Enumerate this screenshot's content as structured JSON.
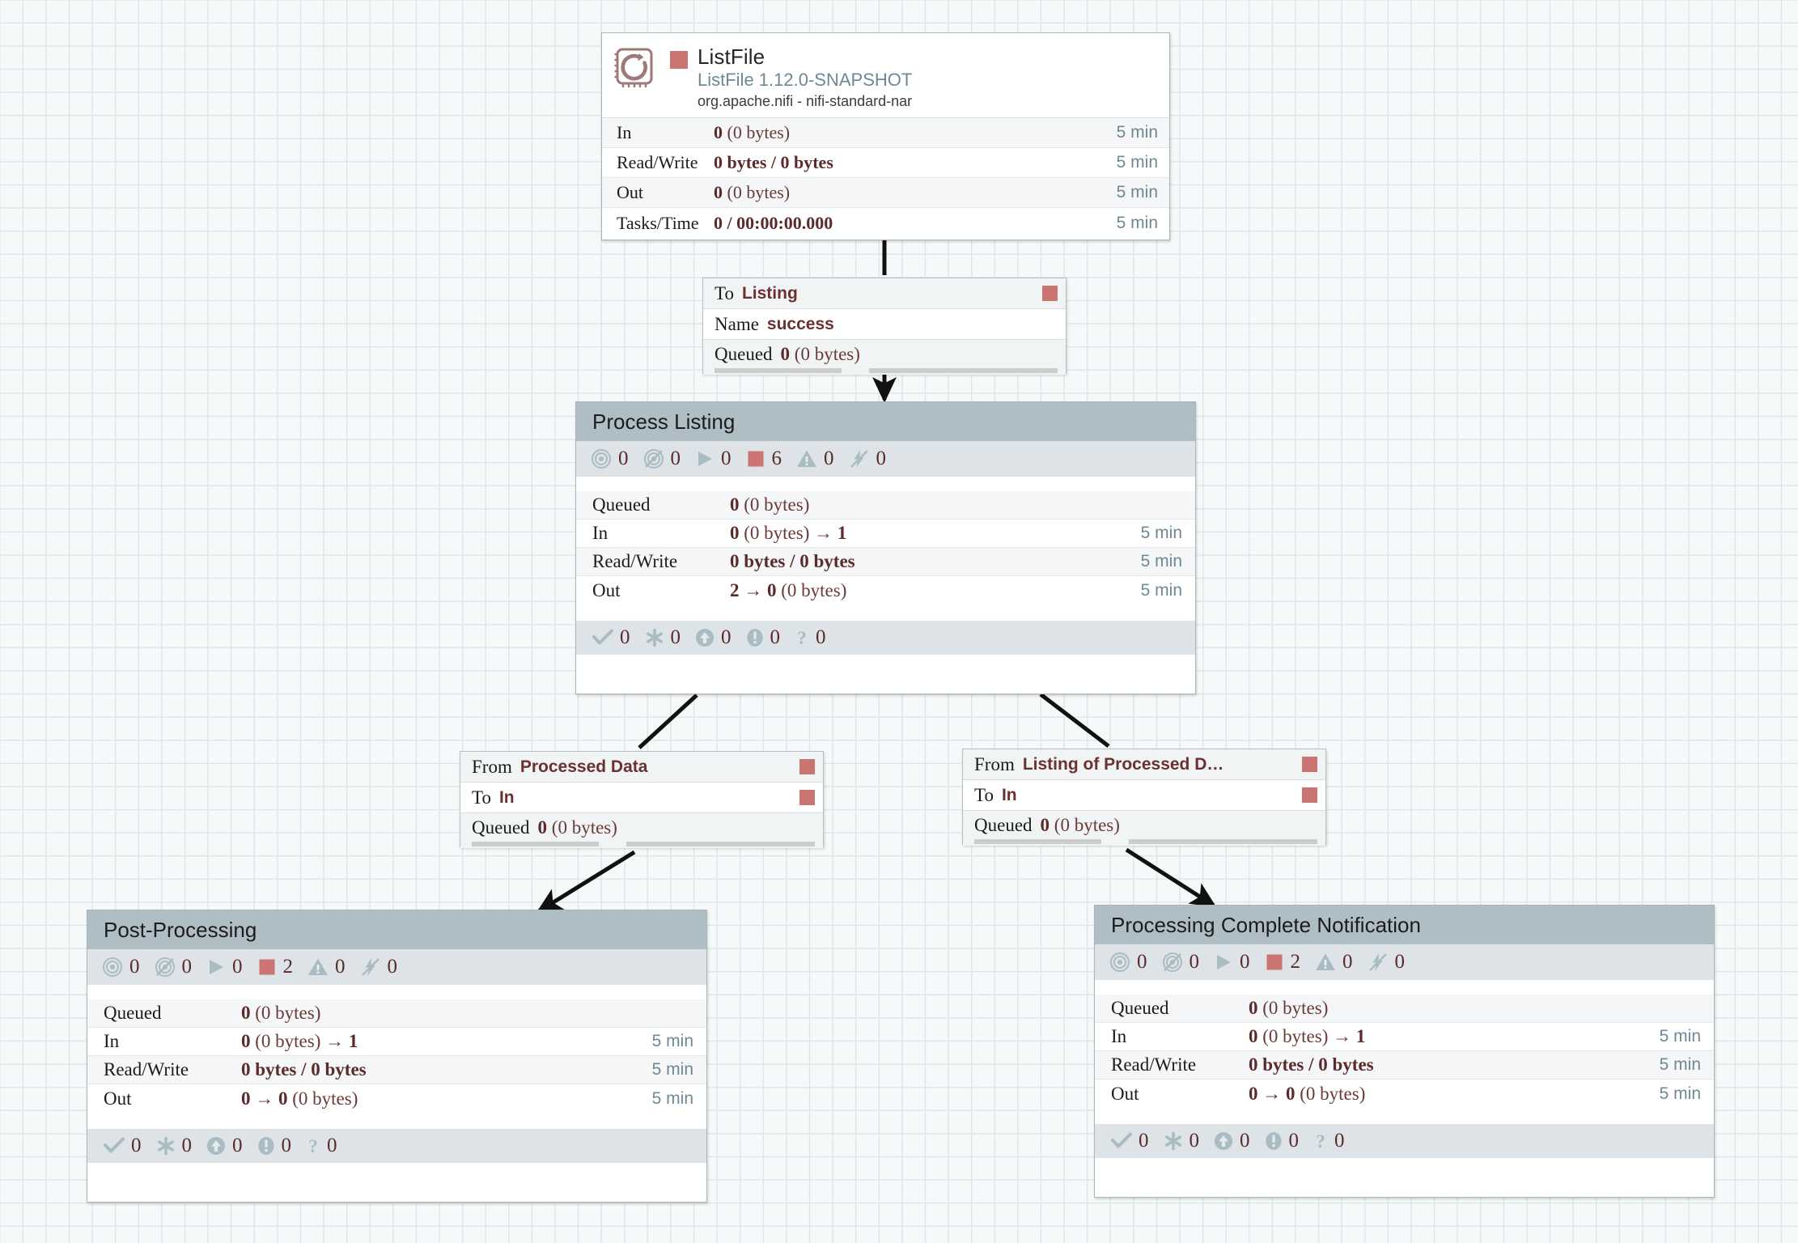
{
  "canvas": {
    "background": "#f6f9f9",
    "grid_color": "#dde7e7",
    "accent_stopped": "#cb7572",
    "group_header": "#aebec4",
    "group_band": "#dde3e6",
    "value_color": "#5b2b2b",
    "time_color": "#6e8894"
  },
  "processor": {
    "name": "ListFile",
    "type": "ListFile 1.12.0-SNAPSHOT",
    "bundle": "org.apache.nifi - nifi-standard-nar",
    "icon": "processor-sync-icon",
    "run_status": "stopped",
    "stats": [
      {
        "label": "In",
        "value_bold": "0",
        "value_rest": " (0 bytes)",
        "time": "5 min"
      },
      {
        "label": "Read/Write",
        "value_bold": "0 bytes / 0 bytes",
        "value_rest": "",
        "time": "5 min"
      },
      {
        "label": "Out",
        "value_bold": "0",
        "value_rest": " (0 bytes)",
        "time": "5 min"
      },
      {
        "label": "Tasks/Time",
        "value_bold": "0 / 00:00:00.000",
        "value_rest": "",
        "time": "5 min"
      }
    ]
  },
  "connections": [
    {
      "id": "conn-listfile-to-listing",
      "rows": [
        {
          "key": "To",
          "value": "Listing",
          "flag": true
        },
        {
          "key": "Name",
          "value": "success",
          "flag": false
        }
      ],
      "queued_key": "Queued",
      "queued_bold": "0",
      "queued_rest": " (0 bytes)"
    },
    {
      "id": "conn-processed-data",
      "rows": [
        {
          "key": "From",
          "value": "Processed Data",
          "flag": true
        },
        {
          "key": "To",
          "value": "In",
          "flag": true
        }
      ],
      "queued_key": "Queued",
      "queued_bold": "0",
      "queued_rest": " (0 bytes)"
    },
    {
      "id": "conn-listing-of-processed",
      "rows": [
        {
          "key": "From",
          "value": "Listing of Processed D…",
          "flag": true
        },
        {
          "key": "To",
          "value": "In",
          "flag": true
        }
      ],
      "queued_key": "Queued",
      "queued_bold": "0",
      "queued_rest": " (0 bytes)"
    }
  ],
  "process_groups": [
    {
      "id": "pg-process-listing",
      "title": "Process Listing",
      "counters": [
        {
          "icon": "transmitting-icon",
          "value": "0"
        },
        {
          "icon": "not-transmitting-icon",
          "value": "0"
        },
        {
          "icon": "running-icon",
          "value": "0"
        },
        {
          "icon": "stopped-icon",
          "value": "6"
        },
        {
          "icon": "invalid-icon",
          "value": "0"
        },
        {
          "icon": "disabled-icon",
          "value": "0"
        }
      ],
      "stats": [
        {
          "label": "Queued",
          "bold": "0",
          "rest": " (0 bytes)",
          "time": ""
        },
        {
          "label": "In",
          "bold": "0",
          "rest": " (0 bytes) → ",
          "bold2": "1",
          "time": "5 min"
        },
        {
          "label": "Read/Write",
          "bold": "0 bytes / 0 bytes",
          "rest": "",
          "time": "5 min"
        },
        {
          "label": "Out",
          "bold": "2 → 0",
          "rest": " (0 bytes)",
          "time": "5 min"
        }
      ],
      "footer": [
        {
          "icon": "check-icon",
          "value": "0"
        },
        {
          "icon": "asterisk-icon",
          "value": "0"
        },
        {
          "icon": "up-arrow-icon",
          "value": "0"
        },
        {
          "icon": "exclamation-icon",
          "value": "0"
        },
        {
          "icon": "question-icon",
          "value": "0"
        }
      ]
    },
    {
      "id": "pg-post-processing",
      "title": "Post-Processing",
      "counters": [
        {
          "icon": "transmitting-icon",
          "value": "0"
        },
        {
          "icon": "not-transmitting-icon",
          "value": "0"
        },
        {
          "icon": "running-icon",
          "value": "0"
        },
        {
          "icon": "stopped-icon",
          "value": "2"
        },
        {
          "icon": "invalid-icon",
          "value": "0"
        },
        {
          "icon": "disabled-icon",
          "value": "0"
        }
      ],
      "stats": [
        {
          "label": "Queued",
          "bold": "0",
          "rest": " (0 bytes)",
          "time": ""
        },
        {
          "label": "In",
          "bold": "0",
          "rest": " (0 bytes) → ",
          "bold2": "1",
          "time": "5 min"
        },
        {
          "label": "Read/Write",
          "bold": "0 bytes / 0 bytes",
          "rest": "",
          "time": "5 min"
        },
        {
          "label": "Out",
          "bold": "0 → 0",
          "rest": " (0 bytes)",
          "time": "5 min"
        }
      ],
      "footer": [
        {
          "icon": "check-icon",
          "value": "0"
        },
        {
          "icon": "asterisk-icon",
          "value": "0"
        },
        {
          "icon": "up-arrow-icon",
          "value": "0"
        },
        {
          "icon": "exclamation-icon",
          "value": "0"
        },
        {
          "icon": "question-icon",
          "value": "0"
        }
      ]
    },
    {
      "id": "pg-processing-complete-notification",
      "title": "Processing Complete Notification",
      "counters": [
        {
          "icon": "transmitting-icon",
          "value": "0"
        },
        {
          "icon": "not-transmitting-icon",
          "value": "0"
        },
        {
          "icon": "running-icon",
          "value": "0"
        },
        {
          "icon": "stopped-icon",
          "value": "2"
        },
        {
          "icon": "invalid-icon",
          "value": "0"
        },
        {
          "icon": "disabled-icon",
          "value": "0"
        }
      ],
      "stats": [
        {
          "label": "Queued",
          "bold": "0",
          "rest": " (0 bytes)",
          "time": ""
        },
        {
          "label": "In",
          "bold": "0",
          "rest": " (0 bytes) → ",
          "bold2": "1",
          "time": "5 min"
        },
        {
          "label": "Read/Write",
          "bold": "0 bytes / 0 bytes",
          "rest": "",
          "time": "5 min"
        },
        {
          "label": "Out",
          "bold": "0 → 0",
          "rest": " (0 bytes)",
          "time": "5 min"
        }
      ],
      "footer": [
        {
          "icon": "check-icon",
          "value": "0"
        },
        {
          "icon": "asterisk-icon",
          "value": "0"
        },
        {
          "icon": "up-arrow-icon",
          "value": "0"
        },
        {
          "icon": "exclamation-icon",
          "value": "0"
        },
        {
          "icon": "question-icon",
          "value": "0"
        }
      ]
    }
  ]
}
